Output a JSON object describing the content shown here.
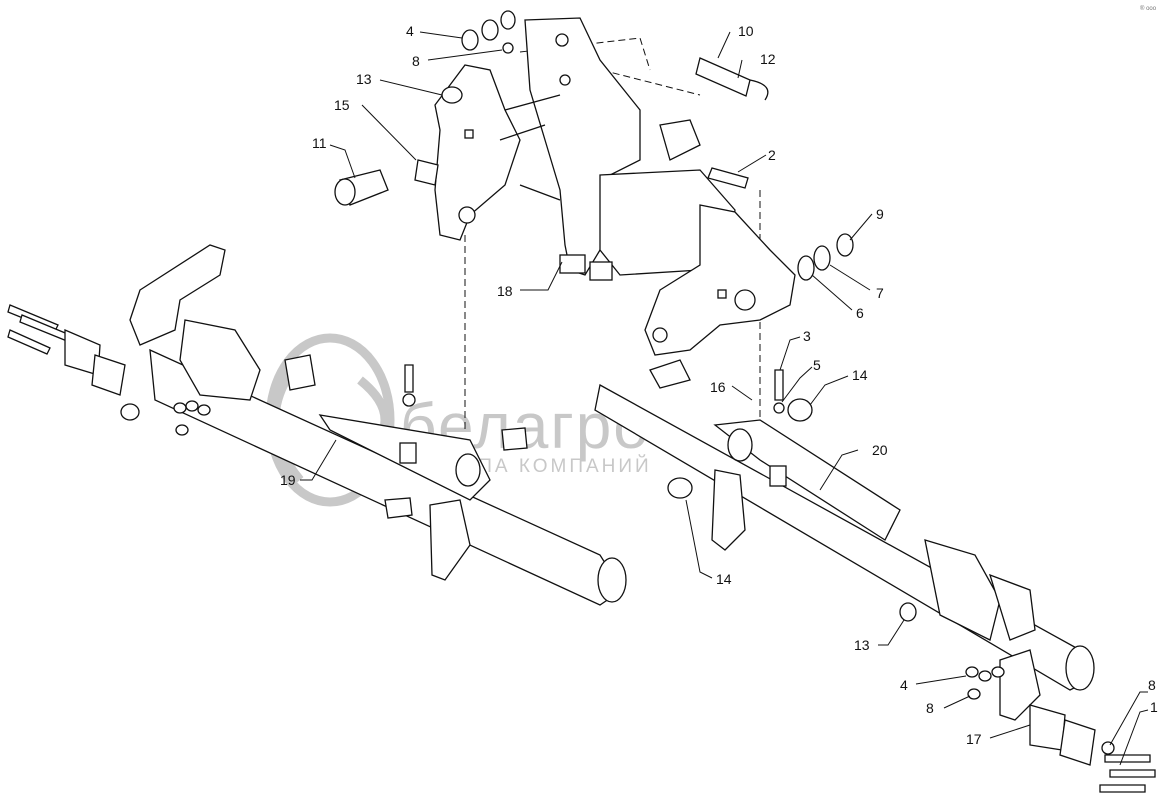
{
  "watermark": {
    "brand": "белагро",
    "subtitle": "ГРУППА КОМПАНИЙ"
  },
  "corner_mark": "® ooo",
  "callouts": [
    {
      "id": "c4-top",
      "label": "4"
    },
    {
      "id": "c8-top",
      "label": "8"
    },
    {
      "id": "c13-top",
      "label": "13"
    },
    {
      "id": "c15",
      "label": "15"
    },
    {
      "id": "c11",
      "label": "11"
    },
    {
      "id": "c10",
      "label": "10"
    },
    {
      "id": "c12",
      "label": "12"
    },
    {
      "id": "c2",
      "label": "2"
    },
    {
      "id": "c9",
      "label": "9"
    },
    {
      "id": "c7",
      "label": "7"
    },
    {
      "id": "c6",
      "label": "6"
    },
    {
      "id": "c18",
      "label": "18"
    },
    {
      "id": "c3",
      "label": "3"
    },
    {
      "id": "c16",
      "label": "16"
    },
    {
      "id": "c5",
      "label": "5"
    },
    {
      "id": "c14-right",
      "label": "14"
    },
    {
      "id": "c19",
      "label": "19"
    },
    {
      "id": "c20",
      "label": "20"
    },
    {
      "id": "c14-bottom",
      "label": "14"
    },
    {
      "id": "c13-bottom",
      "label": "13"
    },
    {
      "id": "c4-bottom",
      "label": "4"
    },
    {
      "id": "c8-bottom",
      "label": "8"
    },
    {
      "id": "c17",
      "label": "17"
    },
    {
      "id": "c8-right",
      "label": "8"
    },
    {
      "id": "c1",
      "label": "1"
    }
  ]
}
